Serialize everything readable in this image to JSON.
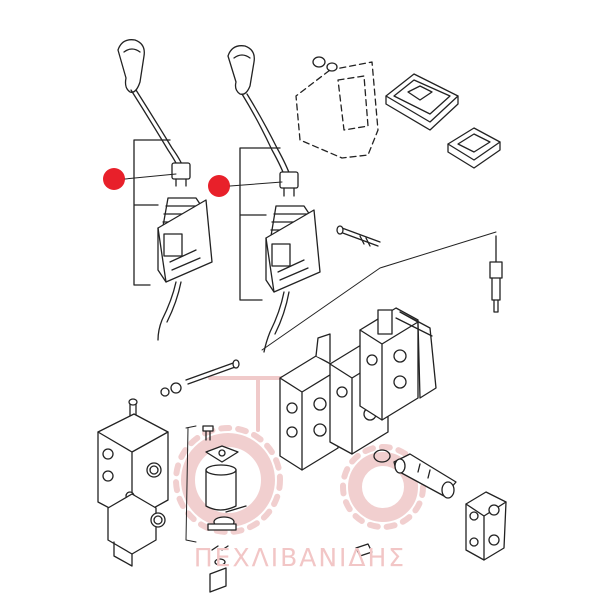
{
  "watermark": {
    "text": "ΠΕΧΛΙΒΑΝΙΔΗΣ",
    "color": "#f2c6c6"
  },
  "colors": {
    "line": "#222222",
    "marker": "#e8202a",
    "shade": "#e6e6e6"
  },
  "callouts": [
    {
      "id": "marker-left",
      "shape": "red-dot"
    },
    {
      "id": "marker-right",
      "shape": "red-dot"
    }
  ]
}
